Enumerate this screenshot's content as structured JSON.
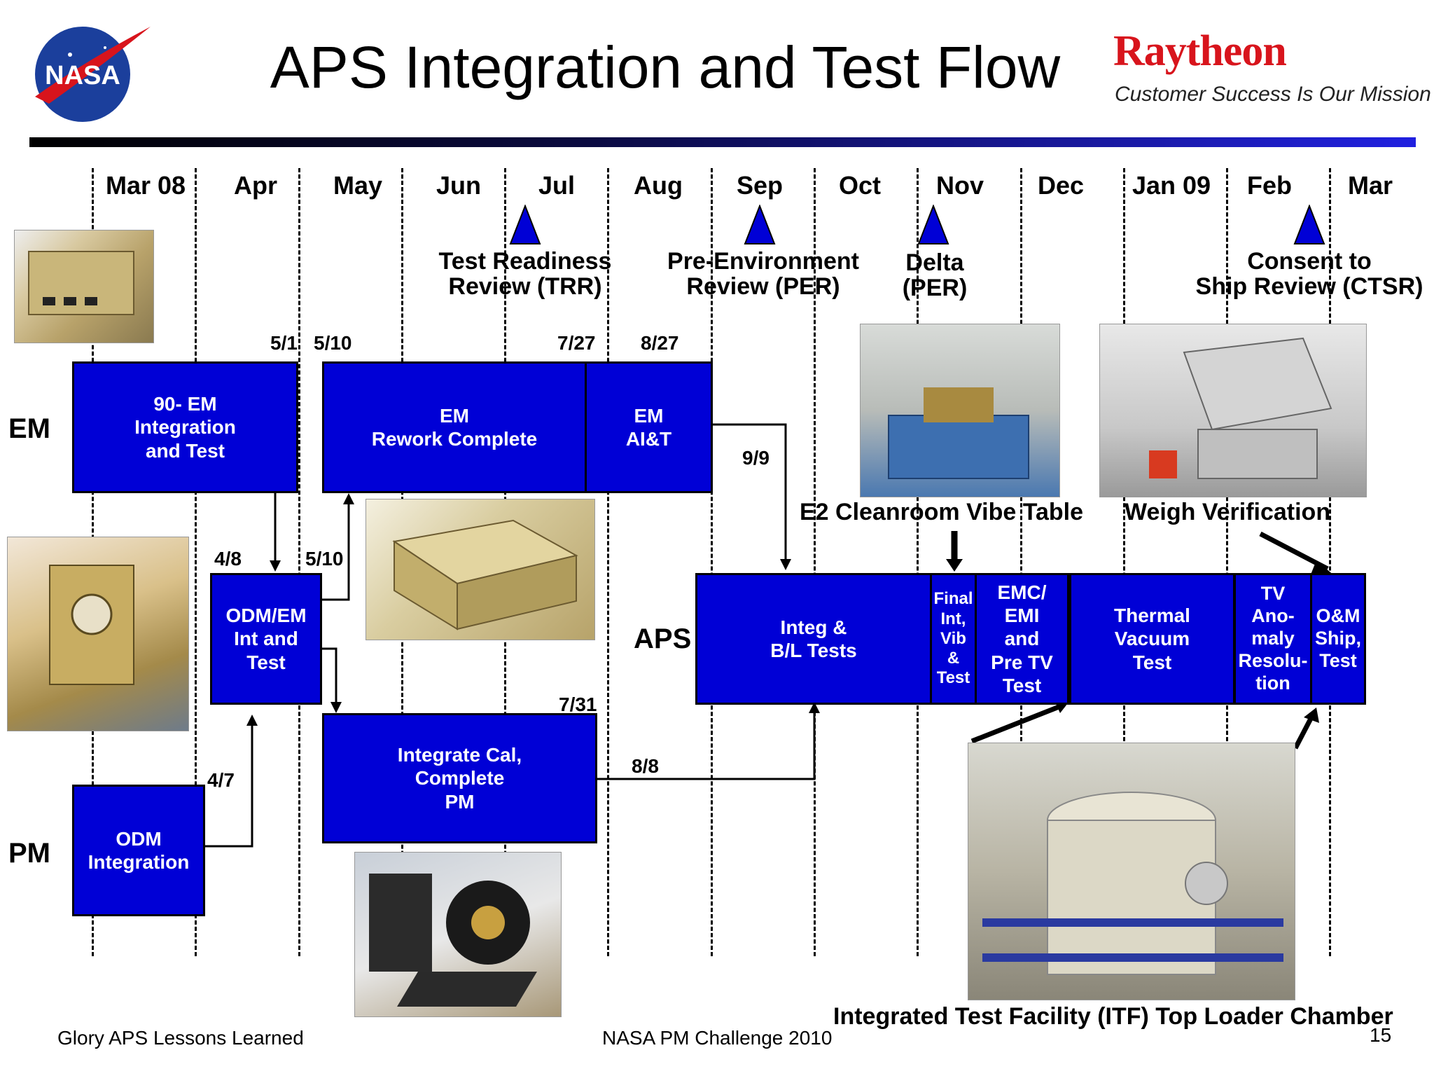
{
  "title": "APS Integration and Test Flow",
  "brand": {
    "nasa_logo_text": "NASA",
    "raytheon_name": "Raytheon",
    "raytheon_tagline": "Customer Success Is Our Mission",
    "colors": {
      "raytheon_red": "#d8141c",
      "nasa_blue": "#1b3f9c",
      "box_blue": "#0000d6"
    }
  },
  "months": [
    "Mar 08",
    "Apr",
    "May",
    "Jun",
    "Jul",
    "Aug",
    "Sep",
    "Oct",
    "Nov",
    "Dec",
    "Jan 09",
    "Feb",
    "Mar"
  ],
  "rows": {
    "em": "EM",
    "pm": "PM",
    "aps": "APS"
  },
  "milestones": [
    {
      "label": "Test Readiness\nReview (TRR)"
    },
    {
      "label": "Pre-Environment\nReview (PER)"
    },
    {
      "label": "Delta\n(PER)"
    },
    {
      "label": "Consent to\nShip Review (CTSR)"
    }
  ],
  "dates": {
    "d51": "5/1",
    "d510a": "5/10",
    "d727": "7/27",
    "d827": "8/27",
    "d99": "9/9",
    "d48": "4/8",
    "d510b": "5/10",
    "d731": "7/31",
    "d47": "4/7",
    "d88": "8/8"
  },
  "boxes": {
    "em_int": "90- EM\nIntegration\nand Test",
    "em_rework": "EM\nRework Complete",
    "em_ait": "EM\nAI&T",
    "odm_em": "ODM/EM\nInt and\nTest",
    "integrate_cal": "Integrate Cal,\nComplete\nPM",
    "odm_int": "ODM\nIntegration",
    "integ_bl": "Integ &\nB/L Tests",
    "final_int": "Final\nInt,\nVib\n&\nTest",
    "emc": "EMC/\nEMI\nand\nPre TV\nTest",
    "thermal": "Thermal\nVacuum\nTest",
    "tv_anomaly": "TV\nAno-\nmaly\nResolu-\ntion",
    "om_ship": "O&M\nShip,\nTest"
  },
  "captions": {
    "vibe": "E2 Cleanroom Vibe Table",
    "weigh": "Weigh Verification",
    "itf": "Integrated Test Facility (ITF) Top Loader Chamber"
  },
  "footer": {
    "left": "Glory APS Lessons Learned",
    "center": "NASA PM Challenge 2010",
    "page": "15"
  }
}
